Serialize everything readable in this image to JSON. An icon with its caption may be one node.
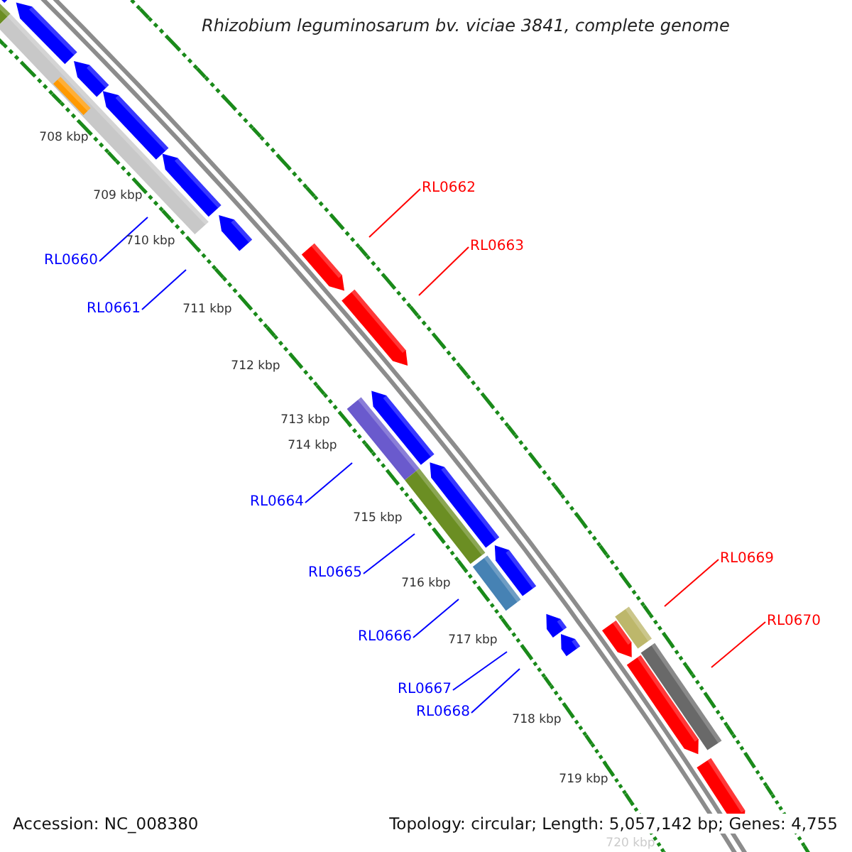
{
  "diagram": {
    "title": "Rhizobium leguminosarum bv. viciae 3841, complete genome",
    "nodes": [
      {
        "text": [
          "RL0660"
        ]
      },
      {
        "text": [
          "RL0661"
        ]
      },
      {
        "text": [
          "RL0662"
        ]
      },
      {
        "text": [
          "RL0663"
        ]
      },
      {
        "text": [
          "RL0664"
        ]
      },
      {
        "text": [
          "RL0665"
        ]
      },
      {
        "text": [
          "RL0666"
        ]
      },
      {
        "text": [
          "RL0667"
        ]
      },
      {
        "text": [
          "RL0668"
        ]
      },
      {
        "text": [
          "RL0669"
        ]
      },
      {
        "text": [
          "RL0670"
        ]
      }
    ],
    "edges": [
      {
        "from": 0,
        "to": null,
        "arrow": "none"
      },
      {
        "from": 1,
        "to": null,
        "arrow": "none"
      },
      {
        "from": 2,
        "to": null,
        "arrow": "none",
        "color": "#ff0000"
      },
      {
        "from": 3,
        "to": null,
        "arrow": "none",
        "color": "#ff0000"
      },
      {
        "from": 4,
        "to": null,
        "arrow": "none"
      },
      {
        "from": 5,
        "to": null,
        "arrow": "none"
      },
      {
        "from": 6,
        "to": null,
        "arrow": "none"
      },
      {
        "from": 7,
        "to": null,
        "arrow": "none"
      },
      {
        "from": 8,
        "to": null,
        "arrow": "none"
      },
      {
        "from": 9,
        "to": null,
        "arrow": "none",
        "color": "#ff0000"
      },
      {
        "from": 10,
        "to": null,
        "arrow": "none",
        "color": "#ff0000"
      }
    ],
    "labels": [
      "708 kbp",
      "709 kbp",
      "710 kbp",
      "711 kbp",
      "712 kbp",
      "713 kbp",
      "714 kbp",
      "715 kbp",
      "716 kbp",
      "717 kbp",
      "718 kbp",
      "719 kbp",
      "720 kbp",
      "Accession: NC_008380",
      "Topology: circular; Length: 5,057,142 bp; Genes: 4,755"
    ]
  }
}
